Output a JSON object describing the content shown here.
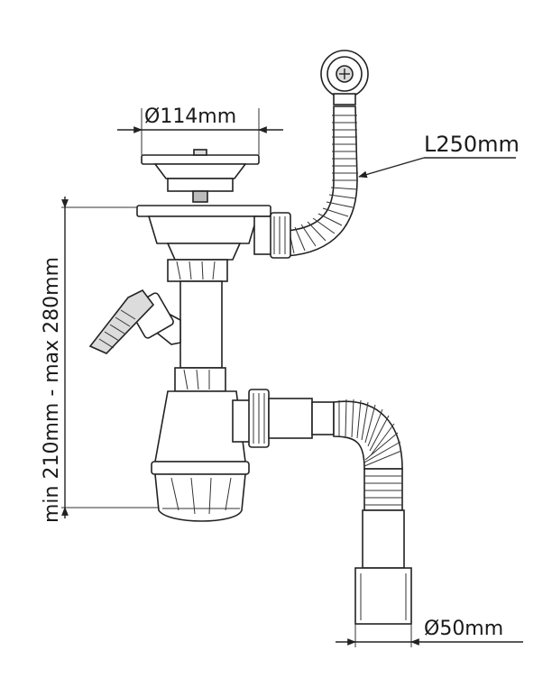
{
  "labels": {
    "top_diameter": "Ø114mm",
    "overflow_length": "L250mm",
    "height_range": "min 210mm - max 280mm",
    "outlet_diameter": "Ø50mm"
  },
  "colors": {
    "line": "#222222",
    "fill_light": "#dcdcdc",
    "fill_dark": "#bcbcbc",
    "background": "#ffffff"
  }
}
